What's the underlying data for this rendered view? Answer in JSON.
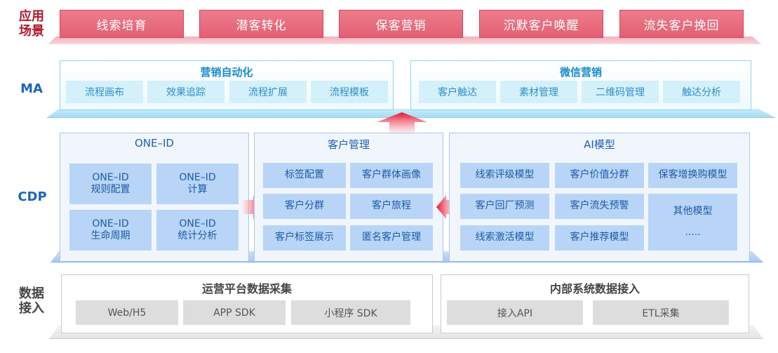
{
  "rows": {
    "scene": {
      "label": "应用\n场景",
      "label_line1": "应用",
      "label_line2": "场景"
    },
    "ma": {
      "label": "MA"
    },
    "cdp": {
      "label": "CDP"
    },
    "data": {
      "label_line1": "数据",
      "label_line2": "接入"
    }
  },
  "scenes": [
    "线索培育",
    "潜客转化",
    "保客营销",
    "沉默客户唤醒",
    "流失客户挽回"
  ],
  "ma": {
    "automation": {
      "title": "营销自动化",
      "items": [
        "流程画布",
        "效果追踪",
        "流程扩展",
        "流程模板"
      ]
    },
    "wechat": {
      "title": "微信营销",
      "items": [
        "客户触达",
        "素材管理",
        "二维码管理",
        "触达分析"
      ]
    }
  },
  "cdp": {
    "oneid": {
      "title": "ONE–ID",
      "items": [
        {
          "line1": "ONE–ID",
          "line2": "规则配置"
        },
        {
          "line1": "ONE–ID",
          "line2": "计算"
        },
        {
          "line1": "ONE–ID",
          "line2": "生命周期"
        },
        {
          "line1": "ONE–ID",
          "line2": "统计分析"
        }
      ]
    },
    "customer": {
      "title": "客户管理",
      "items": [
        "标签配置",
        "客户群体画像",
        "客户分群",
        "客户旅程",
        "客户标签展示",
        "匿名客户管理"
      ]
    },
    "ai": {
      "title": "AI模型",
      "items": [
        "线索评级模型",
        "客户价值分群",
        "保客增换购模型",
        "客户回厂预测",
        "客户流失预警",
        "线索激活模型",
        "客户推荐模型"
      ],
      "other": {
        "line1": "其他模型",
        "line2": "....."
      }
    }
  },
  "data_access": {
    "platform": {
      "title": "运营平台数据采集",
      "items": [
        "Web/H5",
        "APP SDK",
        "小程序 SDK"
      ]
    },
    "internal": {
      "title": "内部系统数据接入",
      "items": [
        "接入API",
        "ETL采集"
      ]
    }
  },
  "colors": {
    "scene_red": "#e45f73",
    "ma_cyan": "#d4f0fb",
    "cdp_blue": "#b8d5f7",
    "arrow_red": "#e8132f"
  }
}
